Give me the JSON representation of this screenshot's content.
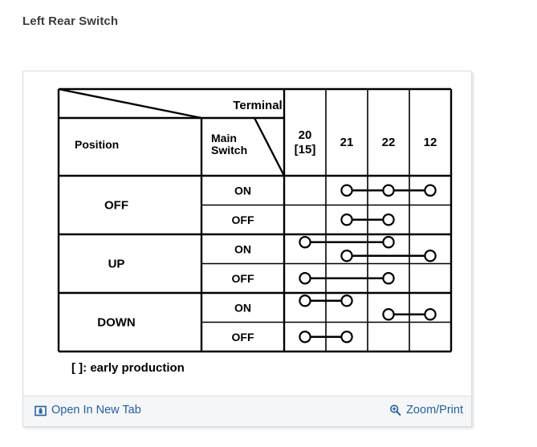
{
  "page": {
    "title": "Left Rear Switch"
  },
  "card": {
    "note": "[  ]: early production",
    "footer": {
      "open_new_tab": {
        "label": "Open In New Tab",
        "icon": "external-link-icon"
      },
      "zoom_print": {
        "label": "Zoom/Print",
        "icon": "magnifier-plus-icon"
      }
    }
  },
  "table": {
    "corner": {
      "terminal_label": "Terminal",
      "position_label": "Position",
      "main_switch_label": "Main\nSwitch",
      "main_switch_line1": "Main",
      "main_switch_line2": "Switch"
    },
    "terminals": [
      {
        "label": "20",
        "sub": "[15]"
      },
      {
        "label": "21",
        "sub": ""
      },
      {
        "label": "22",
        "sub": ""
      },
      {
        "label": "12",
        "sub": ""
      }
    ],
    "positions": [
      {
        "label": "OFF",
        "rows": [
          {
            "main_switch": "ON",
            "connections": [
              [
                "21",
                "22",
                "12"
              ]
            ]
          },
          {
            "main_switch": "OFF",
            "connections": [
              [
                "21",
                "22"
              ]
            ]
          }
        ]
      },
      {
        "label": "UP",
        "rows": [
          {
            "main_switch": "ON",
            "connections": [
              [
                "20",
                "22"
              ],
              [
                "21",
                "12"
              ]
            ]
          },
          {
            "main_switch": "OFF",
            "connections": [
              [
                "20",
                "22"
              ]
            ]
          }
        ]
      },
      {
        "label": "DOWN",
        "rows": [
          {
            "main_switch": "ON",
            "connections": [
              [
                "20",
                "21"
              ],
              [
                "22",
                "12"
              ]
            ]
          },
          {
            "main_switch": "OFF",
            "connections": [
              [
                "20",
                "21"
              ]
            ]
          }
        ]
      }
    ]
  },
  "colors": {
    "link": "#2a6099",
    "line": "#000000",
    "title": "#3c3c3c",
    "footer_bg": "#f4f6f8"
  }
}
